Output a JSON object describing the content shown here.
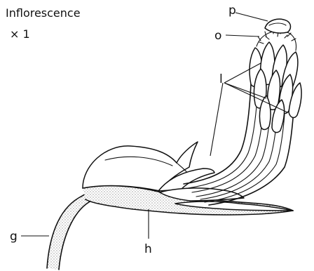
{
  "title": "Inflorescence",
  "magnification": "× 1",
  "labels": {
    "p": "p",
    "o": "o",
    "l": "l",
    "g": "g",
    "h": "h"
  }
}
